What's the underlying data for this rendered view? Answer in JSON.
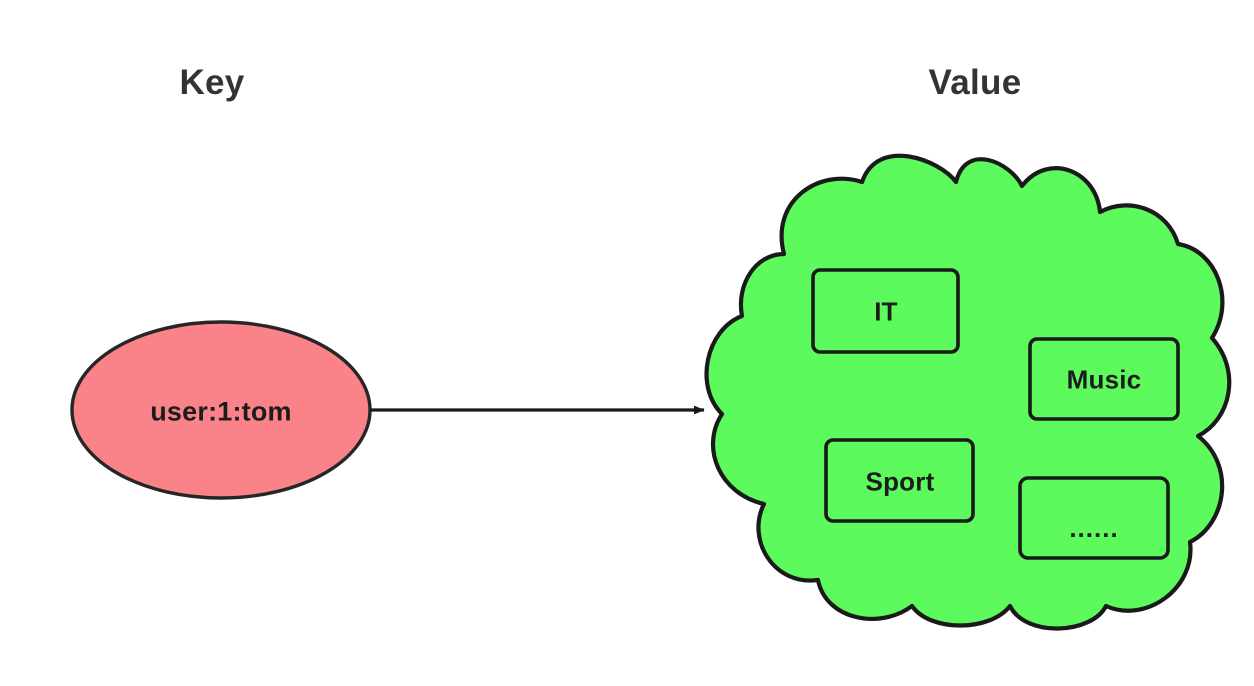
{
  "diagram": {
    "title_key": "Key",
    "title_value": "Value",
    "key_node": {
      "label": "user:1:tom",
      "shape": "ellipse",
      "fill": "#fa8289",
      "stroke": "#262626"
    },
    "edge": {
      "label": "",
      "arrow": "arrow-head-icon",
      "stroke": "#1a1a1a"
    },
    "value_container": {
      "shape": "cloud",
      "fill": "#5cfa5c",
      "stroke": "#1a1a1a",
      "items": [
        {
          "label": "IT"
        },
        {
          "label": "Music"
        },
        {
          "label": "Sport"
        },
        {
          "label": "......"
        }
      ]
    }
  },
  "colors": {
    "background": "#ffffff",
    "title_text": "#333333",
    "node_text": "#1c1c1c",
    "key_fill": "#fa8289",
    "value_fill": "#5cfa5c",
    "outline": "#1a1a1a"
  }
}
